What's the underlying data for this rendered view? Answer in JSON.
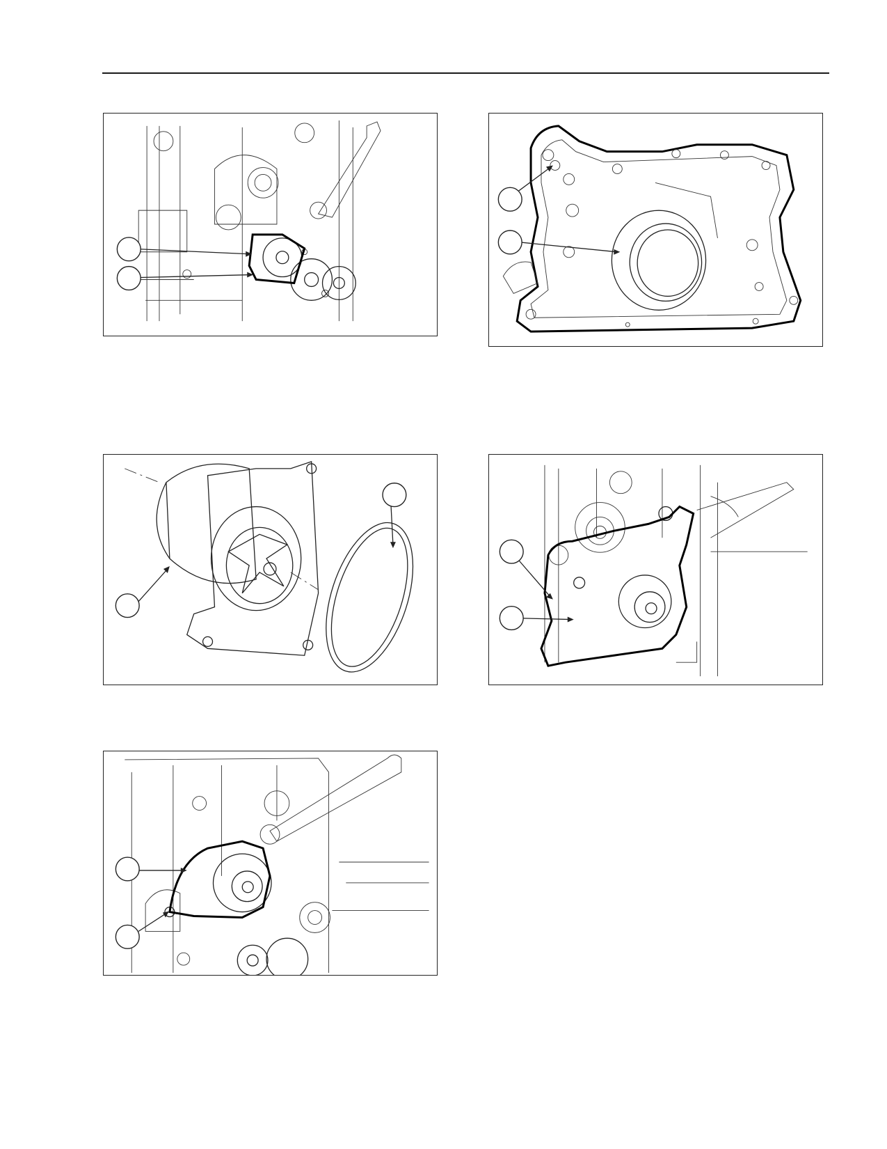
{
  "page": {
    "figures": [
      {
        "id": "fig-oil-pump-bolts",
        "callouts": 2
      },
      {
        "id": "fig-front-cover-seal",
        "callouts": 2
      },
      {
        "id": "fig-water-pump-oring",
        "callouts": 2
      },
      {
        "id": "fig-front-cover-installed",
        "callouts": 2
      },
      {
        "id": "fig-water-pump-installed",
        "callouts": 2
      }
    ]
  }
}
